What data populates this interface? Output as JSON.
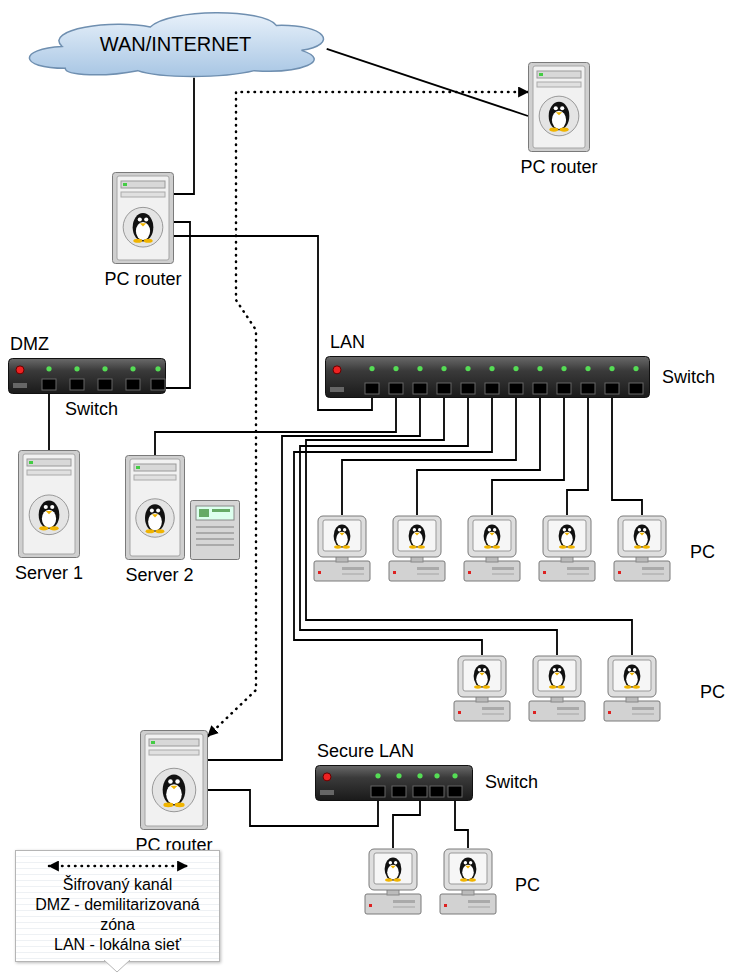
{
  "diagram": {
    "nodes": [
      {
        "text": [
          "WAN/INTERNET"
        ]
      },
      {
        "text": [
          "PC router"
        ]
      },
      {
        "text": [
          "PC router"
        ]
      },
      {
        "text": [
          "DMZ",
          "Switch"
        ]
      },
      {
        "text": [
          "LAN",
          "Switch"
        ]
      },
      {
        "text": [
          "Server 1"
        ]
      },
      {
        "text": [
          "Server 2"
        ]
      },
      {
        "text": [
          "PC"
        ]
      },
      {
        "text": [
          "PC"
        ]
      },
      {
        "text": [
          "PC router"
        ]
      },
      {
        "text": [
          "Secure LAN",
          "Switch"
        ]
      },
      {
        "text": [
          "PC"
        ]
      }
    ],
    "edges": [
      {
        "from": 0,
        "to": 1,
        "arrow": "none"
      },
      {
        "from": 0,
        "to": 2,
        "arrow": "none"
      },
      {
        "from": 1,
        "to": 9,
        "arrow": "both"
      },
      {
        "from": 2,
        "to": 3,
        "arrow": "none"
      },
      {
        "from": 2,
        "to": 4,
        "arrow": "none"
      },
      {
        "from": 3,
        "to": 5,
        "arrow": "none"
      },
      {
        "from": 4,
        "to": 6,
        "arrow": "none"
      },
      {
        "from": 4,
        "to": 7,
        "arrow": "none"
      },
      {
        "from": 4,
        "to": 8,
        "arrow": "none"
      },
      {
        "from": 4,
        "to": 9,
        "arrow": "none"
      },
      {
        "from": 9,
        "to": 10,
        "arrow": "none"
      },
      {
        "from": 10,
        "to": 11,
        "arrow": "none"
      }
    ],
    "labels": [
      "DMZ - demilitarizovaná zóna",
      "LAN - lokálna sieť"
    ],
    "legend": [
      {
        "text": "Šifrovaný kanál"
      }
    ]
  }
}
